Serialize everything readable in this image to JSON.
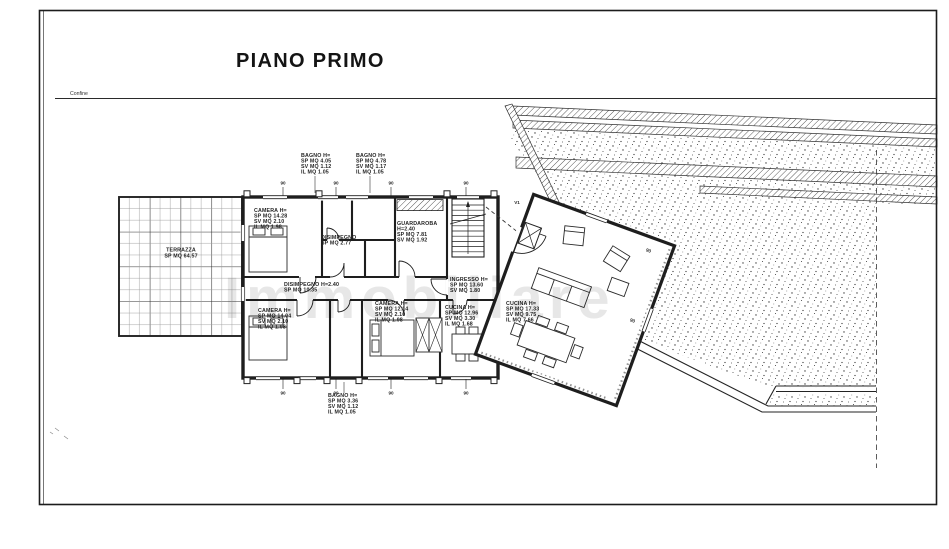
{
  "title": "PIANO PRIMO",
  "boundary": {
    "label": "Confine"
  },
  "watermark": {
    "text": "Immobiliare"
  },
  "annotations": {
    "window_width": "90",
    "entry": "V1"
  },
  "rooms": {
    "terrazza": {
      "lines": [
        "TERRAZZA",
        "SP MQ 64.57"
      ]
    },
    "camera_nw": {
      "lines": [
        "CAMERA  H=",
        "SP MQ 14.28",
        "SV MQ 2.10",
        "IL MQ 1.98"
      ]
    },
    "bagno_n1": {
      "lines": [
        "BAGNO  H=",
        "SP MQ 4.05",
        "SV MQ 1.12",
        "IL MQ 1.05"
      ]
    },
    "bagno_n2": {
      "lines": [
        "BAGNO  H=",
        "SP MQ 4.78",
        "SV MQ 1.17",
        "IL MQ 1.05"
      ]
    },
    "disimpegno_nord": {
      "lines": [
        "DISIMPEGNO",
        "SP MQ 2.77"
      ]
    },
    "guardaroba": {
      "lines": [
        "GUARDAROBA",
        "H=2.40",
        "SP MQ 7.81",
        "SV MQ 1.92"
      ]
    },
    "disimpegno": {
      "lines": [
        "DISIMPEGNO  H=2.40",
        "SP MQ 10.35"
      ]
    },
    "camera_sw": {
      "lines": [
        "CAMERA  H=",
        "SP MQ 14.04",
        "SV MQ 2.10",
        "IL MQ 1.98"
      ]
    },
    "camera_s": {
      "lines": [
        "CAMERA  H=",
        "SP MQ 12.14",
        "SV MQ 2.10",
        "IL MQ 1.98"
      ]
    },
    "bagno_s": {
      "lines": [
        "BAGNO  H=",
        "SP MQ 3.36",
        "SV MQ 1.12",
        "IL MQ 1.05"
      ]
    },
    "cucina": {
      "lines": [
        "CUCINA  H=",
        "SP MQ 12.96",
        "SV MQ 3.30",
        "IL MQ 1.68"
      ]
    },
    "ingresso": {
      "lines": [
        "INGRESSO  H=",
        "SP MQ 13.60",
        "SV MQ 1.80"
      ]
    },
    "soggiorno": {
      "lines": [
        "CUCINA  H=",
        "SP MQ 17.33",
        "SV MQ 9.75",
        "IL MQ 7.66"
      ]
    }
  },
  "colors": {
    "ink": "#1e1e1e",
    "paper": "#ffffff",
    "watermark": "#e7e7e7",
    "grid_minor": "#9b9b9b"
  }
}
